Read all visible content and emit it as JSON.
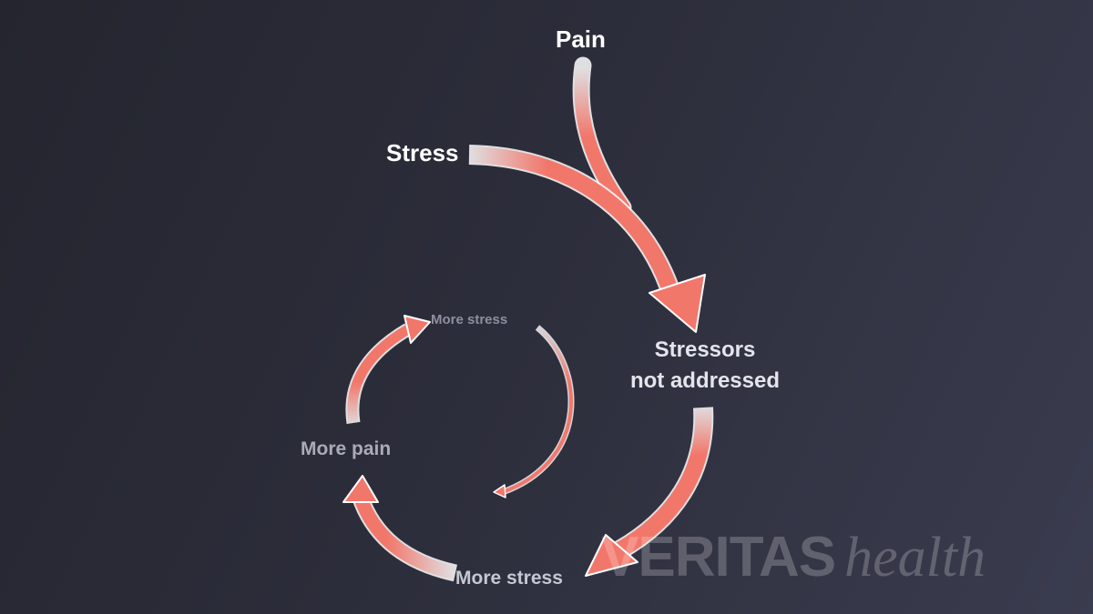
{
  "diagram": {
    "nodes": {
      "pain": "Pain",
      "stress": "Stress",
      "stressors_line1": "Stressors",
      "stressors_line2": "not addressed",
      "more_pain": "More pain",
      "more_stress_bottom": "More stress",
      "more_stress_top": "More stress"
    },
    "edges": [
      {
        "from": "Pain",
        "to": "Stressors not addressed"
      },
      {
        "from": "Stress",
        "to": "Stressors not addressed"
      },
      {
        "from": "Stressors not addressed",
        "to": "More stress"
      },
      {
        "from": "More stress",
        "to": "More pain"
      },
      {
        "from": "More pain",
        "to": "More stress"
      }
    ],
    "colors": {
      "arrow_fill": "#f2776b",
      "arrow_outline": "#ffffff",
      "background": "#2c2d3a"
    }
  },
  "watermark": {
    "brand": "VERITAS",
    "sub": "health"
  }
}
